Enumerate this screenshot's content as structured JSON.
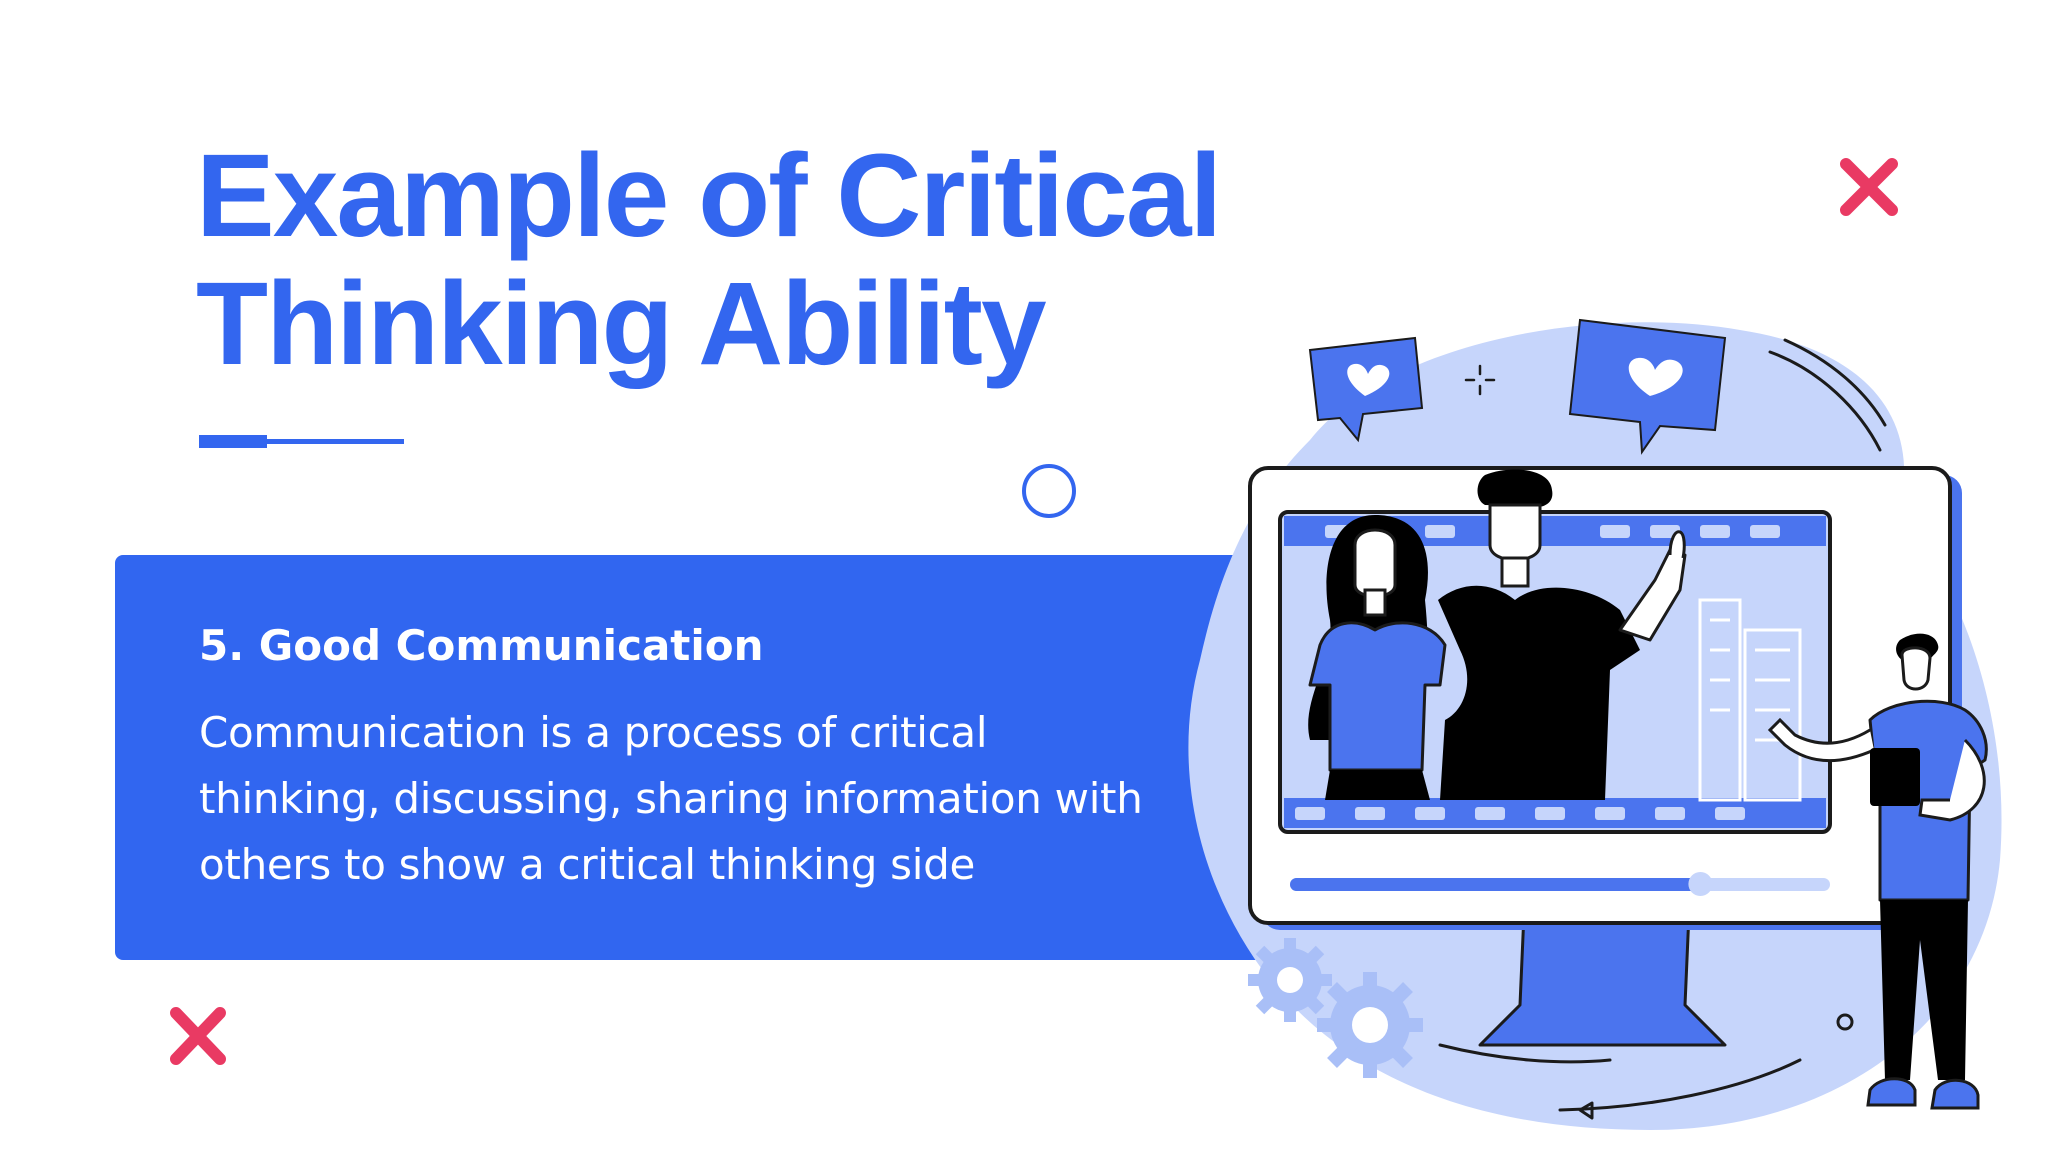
{
  "slide": {
    "title_line1": "Example of Critical",
    "title_line2": "Thinking Ability",
    "card": {
      "heading": "5. Good Communication",
      "body": "Communication is a process of critical thinking, discussing, sharing information with others to show a critical thinking side"
    }
  },
  "illustration": {
    "video_progress": 0.76
  },
  "colors": {
    "primary": "#3366ef",
    "card": "#3166f0",
    "accent": "#e93a63",
    "light_blue": "#c6d5fb",
    "ink": "#000000"
  },
  "icons": [
    "x-mark-icon",
    "heart-bubble-icon",
    "gear-icon",
    "sparkle-icon",
    "play-triangle-icon"
  ]
}
